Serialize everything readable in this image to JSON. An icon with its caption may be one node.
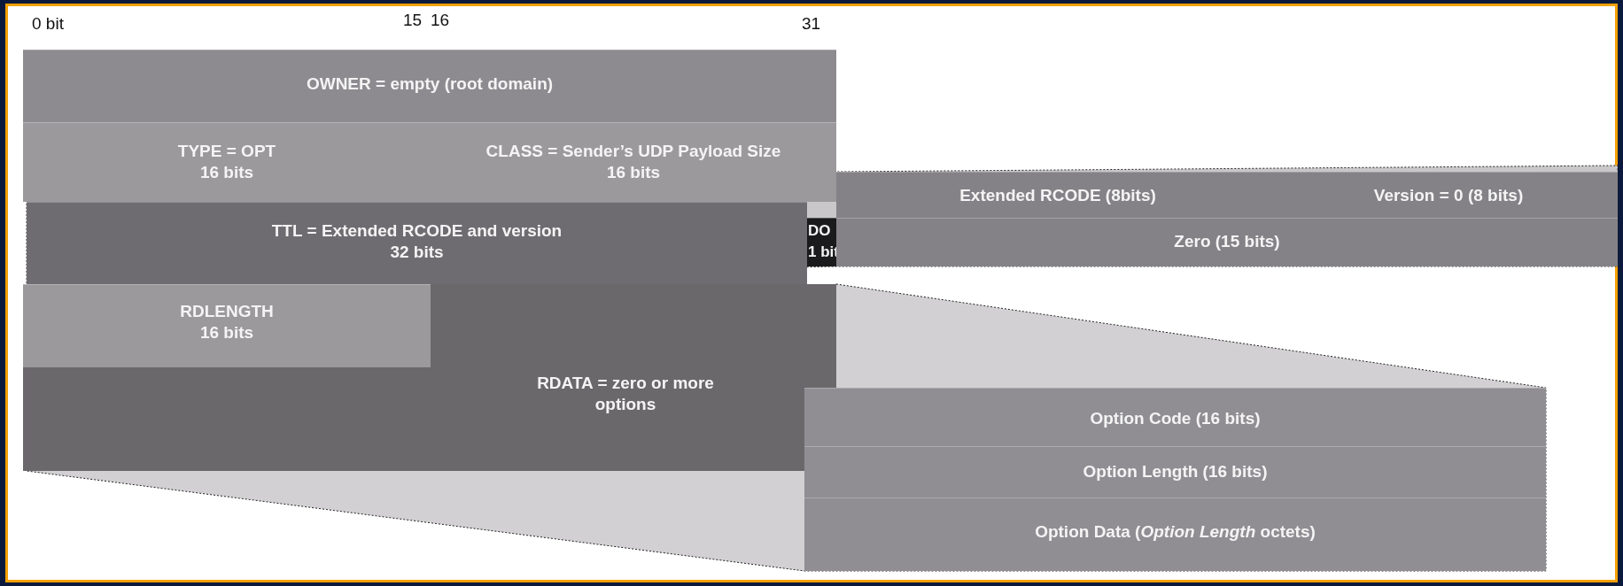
{
  "diagram": {
    "nodes": [
      {
        "text": [
          "OWNER = empty (root domain)"
        ]
      },
      {
        "text": [
          "TYPE = OPT",
          "16 bits"
        ]
      },
      {
        "text": [
          "CLASS = Sender’s UDP Payload Size",
          "16 bits"
        ]
      },
      {
        "text": [
          "TTL = Extended RCODE and version",
          "32 bits"
        ]
      },
      {
        "text": [
          "RDLENGTH",
          "16 bits"
        ]
      },
      {
        "text": [
          "RDATA = zero or more options"
        ]
      },
      {
        "text": [
          "Extended RCODE (8bits)"
        ]
      },
      {
        "text": [
          "Version = 0 (8 bits)"
        ]
      },
      {
        "text": [
          "DO",
          "1 bit"
        ]
      },
      {
        "text": [
          "Zero (15 bits)"
        ]
      },
      {
        "text": [
          "Option Code (16 bits)"
        ]
      },
      {
        "text": [
          "Option Length (16 bits)"
        ]
      },
      {
        "text": [
          "Option Data (*Option Length* octets)"
        ]
      }
    ],
    "labels": [
      "0 bit",
      "15",
      "16",
      "31"
    ]
  }
}
